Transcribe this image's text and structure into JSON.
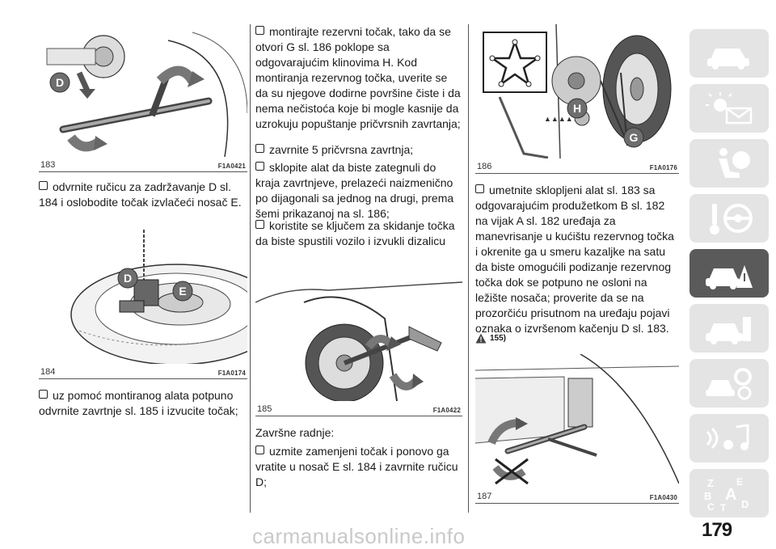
{
  "figures": {
    "f183": {
      "number": "183",
      "code": "F1A0421",
      "labels": [
        "D"
      ]
    },
    "f184": {
      "number": "184",
      "code": "F1A0174",
      "labels": [
        "D",
        "E"
      ]
    },
    "f185": {
      "number": "185",
      "code": "F1A0422",
      "labels": []
    },
    "f186": {
      "number": "186",
      "code": "F1A0176",
      "labels": [
        "H",
        "G"
      ]
    },
    "f187": {
      "number": "187",
      "code": "F1A0430",
      "labels": []
    }
  },
  "col1": {
    "p1": "odvrnite ručicu za zadržavanje D sl. 184 i oslobodite točak izvlačeći nosač E.",
    "p2": "uz pomoć montiranog alata potpuno odvrnite zavrtnje sl. 185 i izvucite točak;"
  },
  "col2": {
    "p1": "montirajte rezervni točak, tako da se otvori G sl. 186 poklope sa odgovarajućim klinovima H. Kod montiranja rezervnog točka, uverite se da su njegove dodirne površine čiste i da nema nečistoća koje bi mogle kasnije da uzrokuju popuštanje pričvrsnih zavrtanja;",
    "p2": "zavrnite 5 pričvrsna zavrtnja;",
    "p3": "sklopite alat da biste zategnuli do kraja zavrtnjeve, prelazeći naizmenično po dijagonali sa jednog na drugi, prema šemi prikazanoj na sl. 186;",
    "p4": "koristite se ključem za skidanje točka da biste spustili vozilo i izvukli dizalicu",
    "heading": "Završne radnje:",
    "p5": "uzmite zamenjeni točak i ponovo ga vratite u nosač E sl. 184 i zavrnite ručicu D;"
  },
  "col3": {
    "p1": "umetnite sklopljeni alat sl. 183 sa odgovarajućim produžetkom B sl. 182 na vijak A sl. 182 uređaja za manevrisanje u kućištu rezervnog točka i okrenite ga u smeru kazaljke na satu da biste omogućili podizanje rezervnog točka dok se potpuno ne osloni na ležište nosača; proverite da se na prozorčiću prisutnom na uređaju pojavi oznaka o izvršenom kačenju D sl. 183.",
    "warning_ref": "155)"
  },
  "sidebar": {
    "tabs": [
      {
        "icon": "car-dashboard-icon",
        "active": false
      },
      {
        "icon": "warning-lights-message-icon",
        "active": false
      },
      {
        "icon": "seat-airbag-icon",
        "active": false
      },
      {
        "icon": "key-steering-wheel-icon",
        "active": false
      },
      {
        "icon": "car-breakdown-icon",
        "active": true
      },
      {
        "icon": "car-maintenance-icon",
        "active": false
      },
      {
        "icon": "car-gears-specs-icon",
        "active": false
      },
      {
        "icon": "multimedia-icon",
        "active": false
      },
      {
        "icon": "alphabetical-index-icon",
        "active": false
      }
    ],
    "index_letters": [
      "Z",
      "E",
      "B",
      "A",
      "C",
      "T",
      "D"
    ]
  },
  "page_number": "179",
  "watermark": "carmanualsonline.info"
}
